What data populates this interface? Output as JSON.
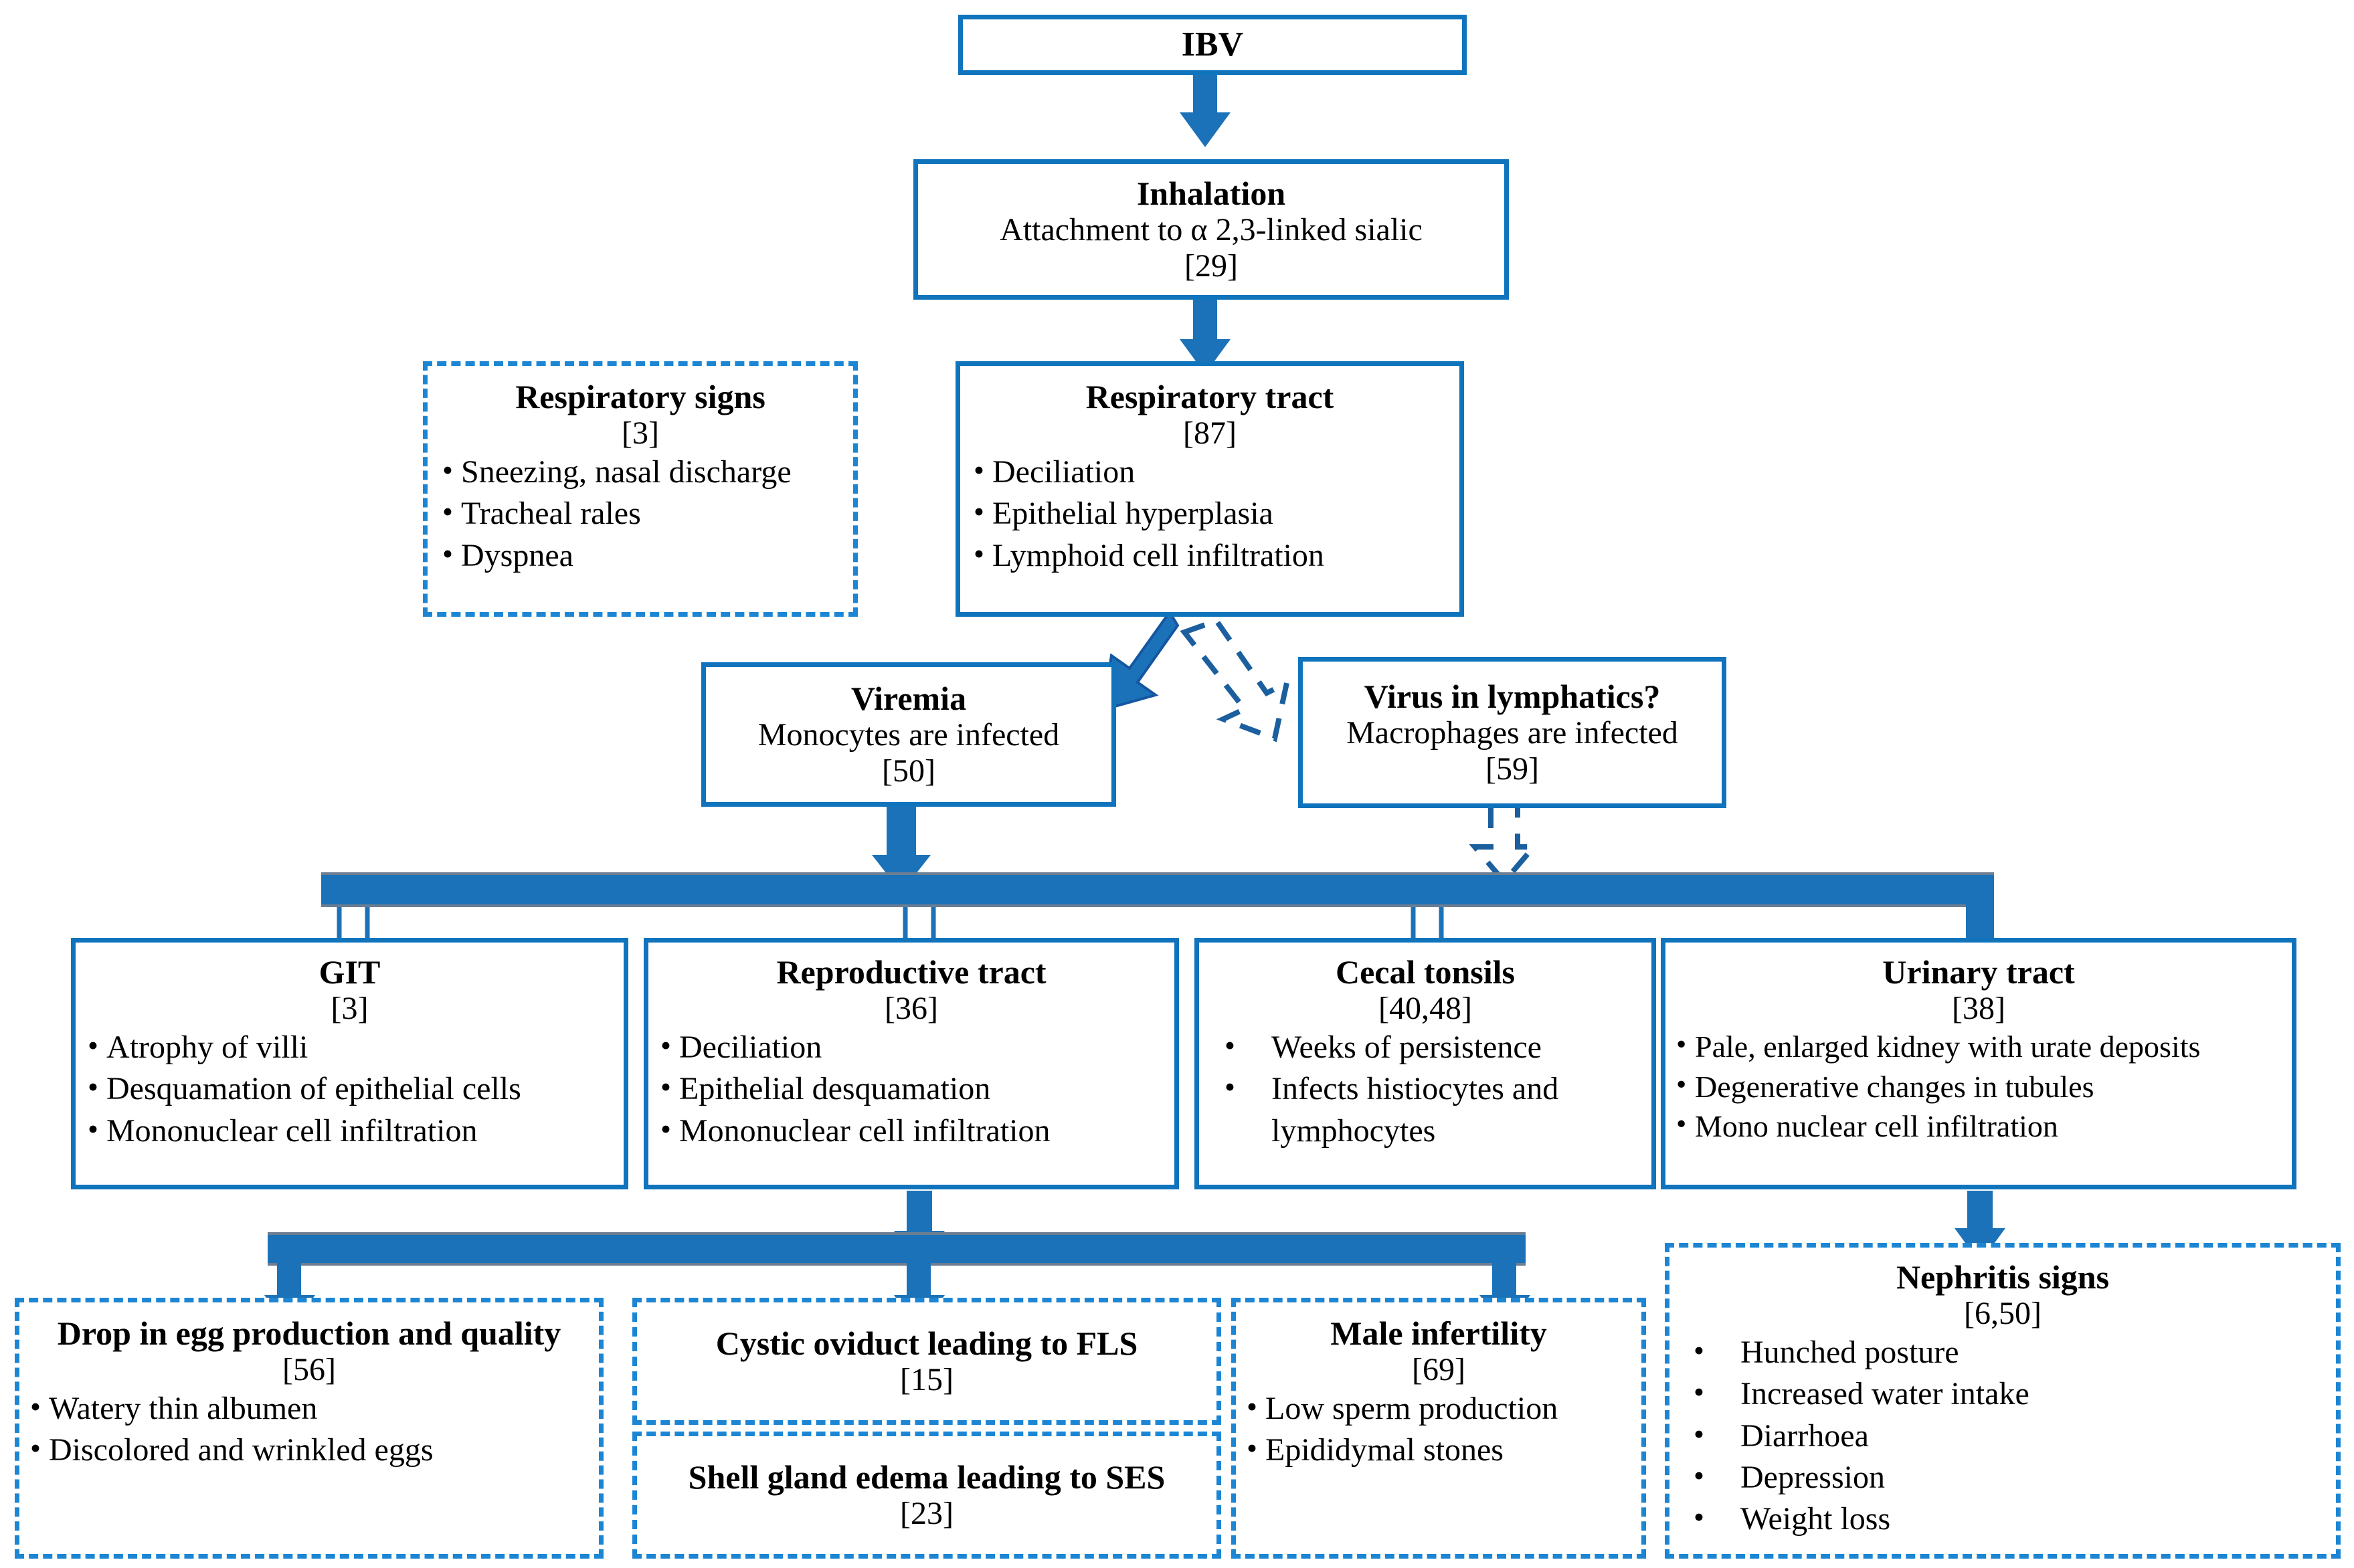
{
  "meta": {
    "accent_blue": "#1074bd",
    "arrow_blue": "#1c72b8",
    "dashed_blue": "#1c86d4"
  },
  "nodes": {
    "ibv": {
      "title": "IBV"
    },
    "inhalation": {
      "title": "Inhalation",
      "sub": "Attachment to α 2,3-linked  sialic",
      "ref": "[29]"
    },
    "respiratory_signs": {
      "title": "Respiratory signs",
      "ref": "[3]",
      "items": [
        "Sneezing, nasal discharge",
        "Tracheal rales",
        "Dyspnea"
      ]
    },
    "respiratory_tract": {
      "title": "Respiratory tract",
      "ref": "[87]",
      "items": [
        "Deciliation",
        "Epithelial hyperplasia",
        "Lymphoid cell infiltration"
      ]
    },
    "viremia": {
      "title": "Viremia",
      "sub": "Monocytes are infected",
      "ref": "[50]"
    },
    "lymphatics": {
      "title": "Virus in lymphatics?",
      "sub": "Macrophages are infected",
      "ref": "[59]"
    },
    "git": {
      "title": "GIT",
      "ref": "[3]",
      "items": [
        "Atrophy of villi",
        "Desquamation of epithelial  cells",
        "Mononuclear cell infiltration"
      ]
    },
    "reproductive_tract": {
      "title": "Reproductive tract",
      "ref": "[36]",
      "items": [
        "Deciliation",
        "Epithelial  desquamation",
        "Mononuclear cell infiltration"
      ]
    },
    "cecal_tonsils": {
      "title": "Cecal tonsils",
      "ref": "[40,48]",
      "items": [
        "Weeks of persistence",
        "Infects histiocytes and lymphocytes"
      ]
    },
    "urinary_tract": {
      "title": "Urinary tract",
      "ref": "[38]",
      "items": [
        "Pale, enlarged kidney with urate deposits",
        "Degenerative changes in tubules",
        "Mono nuclear cell infiltration"
      ]
    },
    "egg_drop": {
      "title": "Drop in egg production and quality",
      "ref": "[56]",
      "items": [
        "Watery  thin albumen",
        "Discolored and wrinkled eggs"
      ]
    },
    "cystic_oviduct": {
      "title": "Cystic oviduct leading to FLS",
      "ref": "[15]"
    },
    "shell_gland": {
      "title": "Shell gland edema leading to SES",
      "ref": "[23]"
    },
    "male_infertility": {
      "title": "Male infertility",
      "ref": "[69]",
      "items": [
        "Low sperm production",
        "Epididymal stones"
      ]
    },
    "nephritis_signs": {
      "title": "Nephritis signs",
      "ref": "[6,50]",
      "items": [
        "Hunched posture",
        "Increased water intake",
        "Diarrhoea",
        "Depression",
        "Weight loss"
      ]
    }
  }
}
